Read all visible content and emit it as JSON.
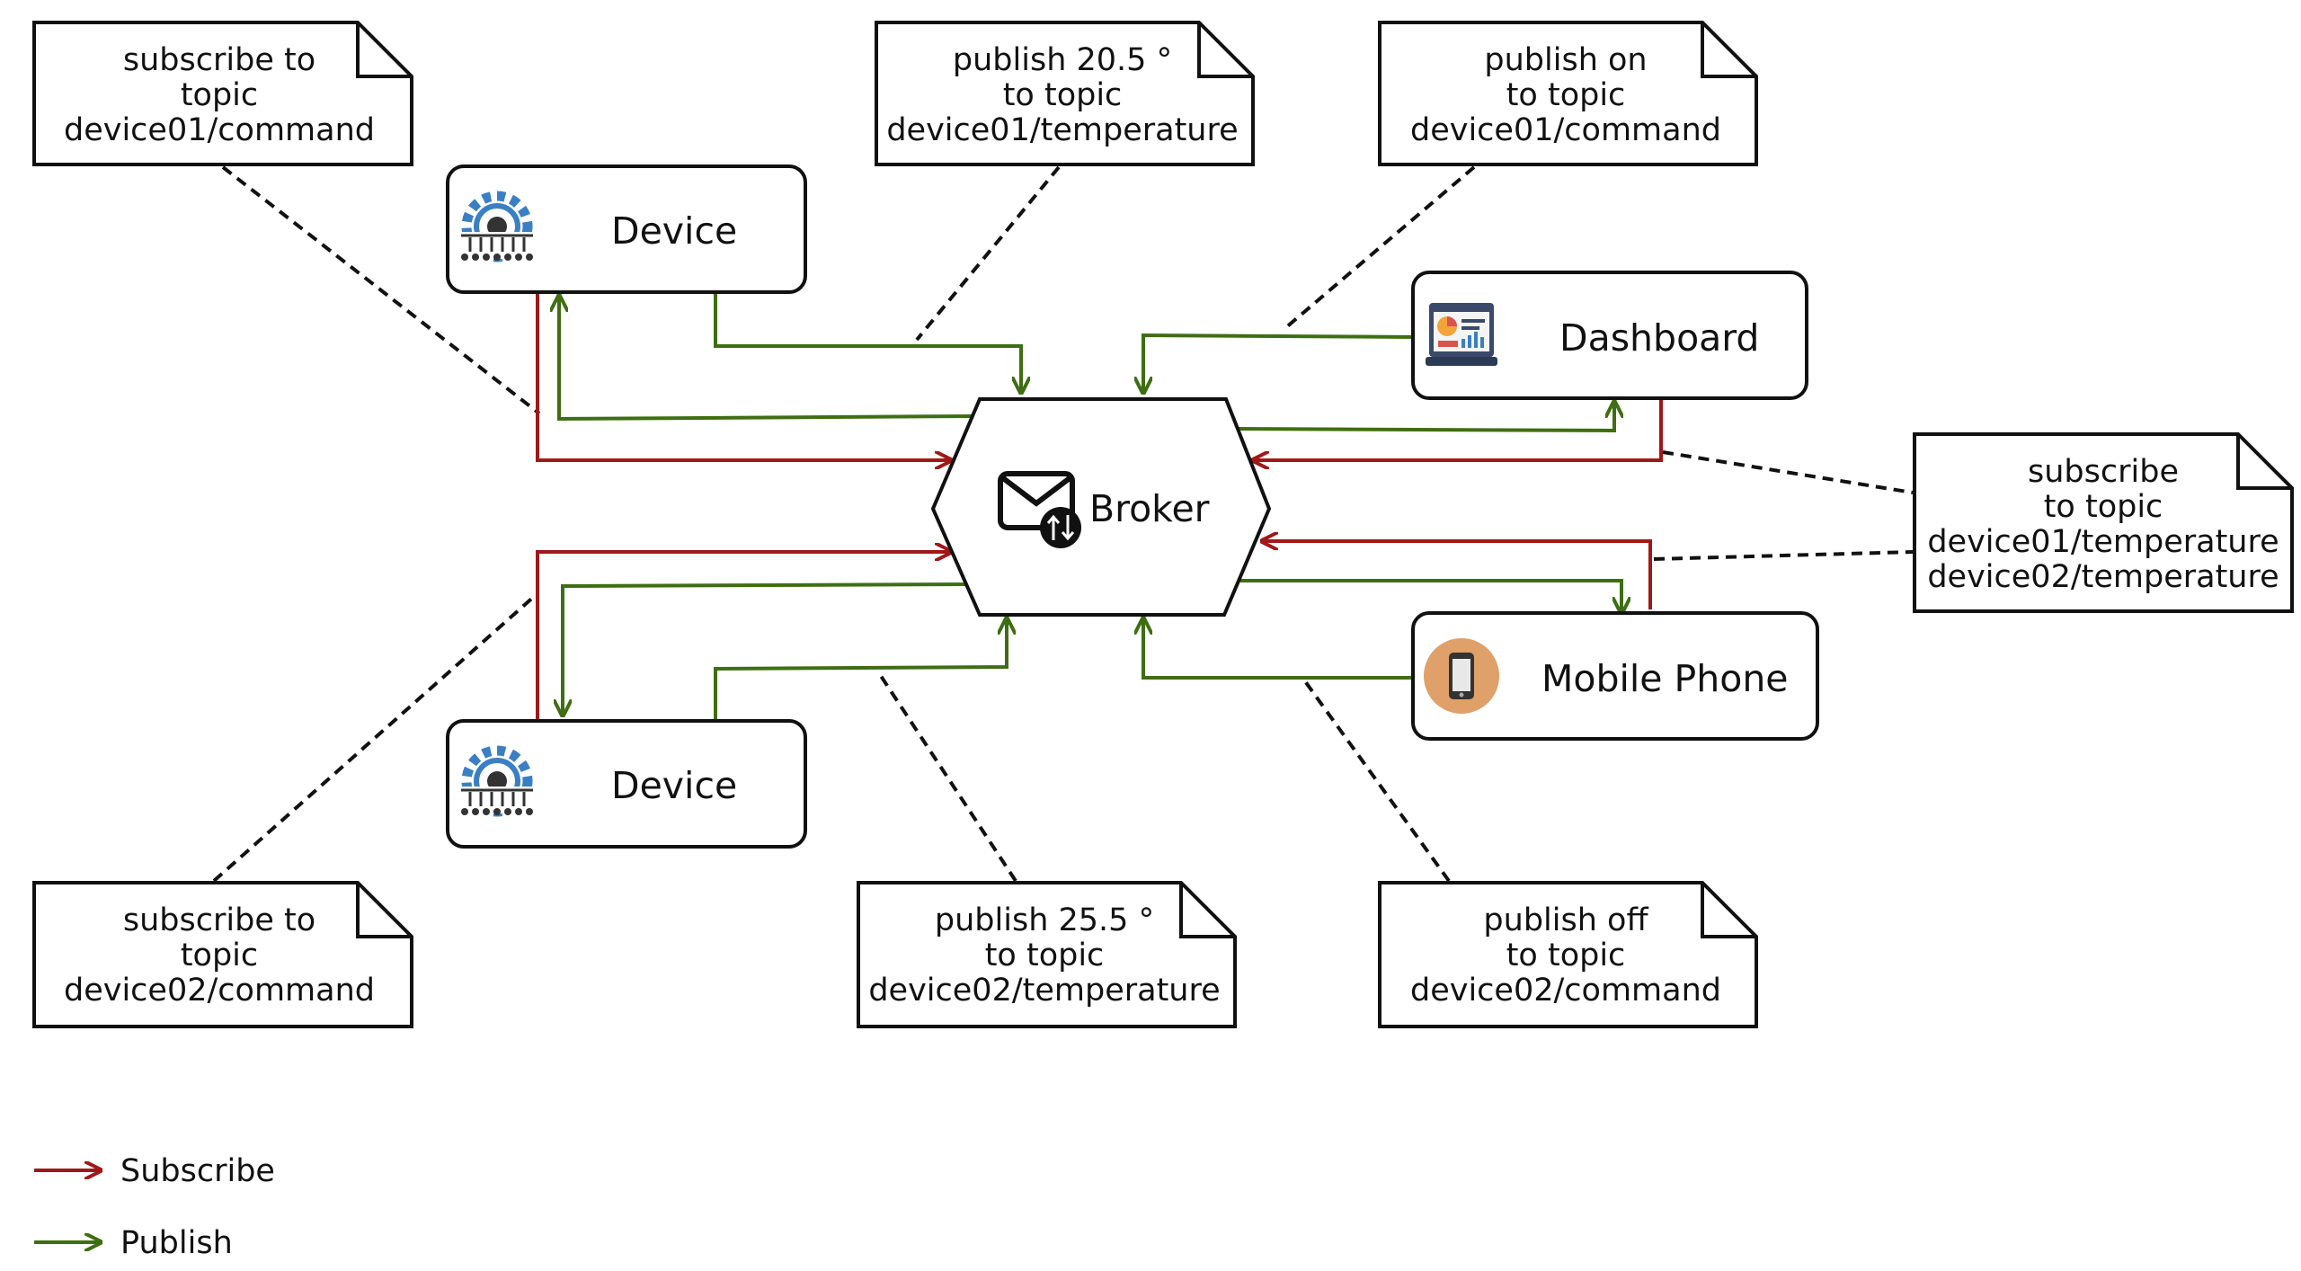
{
  "nodes": {
    "broker": "Broker",
    "device_top": "Device",
    "device_bottom": "Device",
    "dashboard": "Dashboard",
    "mobile": "Mobile Phone"
  },
  "notes": {
    "sub_device01": [
      "subscribe to",
      "topic",
      "device01/command"
    ],
    "pub_temp01": [
      "publish 20.5 °",
      "to topic",
      "device01/temperature"
    ],
    "pub_on": [
      "publish on",
      "to topic",
      "device01/command"
    ],
    "sub_temps": [
      "subscribe",
      "to topic",
      "device01/temperature",
      "device02/temperature"
    ],
    "sub_device02": [
      "subscribe to",
      "topic",
      "device02/command"
    ],
    "pub_temp02": [
      "publish 25.5 °",
      "to topic",
      "device02/temperature"
    ],
    "pub_off": [
      "publish off",
      "to topic",
      "device02/command"
    ]
  },
  "legend": {
    "subscribe": "Subscribe",
    "publish": "Publish"
  },
  "colors": {
    "subscribe": "#a01818",
    "publish": "#3f6e12",
    "gear_icon": "#3a7fc4",
    "phone_circle": "#e0a06a",
    "border": "#111111"
  },
  "icons": {
    "device": "gear-chip-icon",
    "broker": "envelope-exchange-icon",
    "dashboard": "monitor-chart-icon",
    "mobile": "smartphone-icon"
  }
}
